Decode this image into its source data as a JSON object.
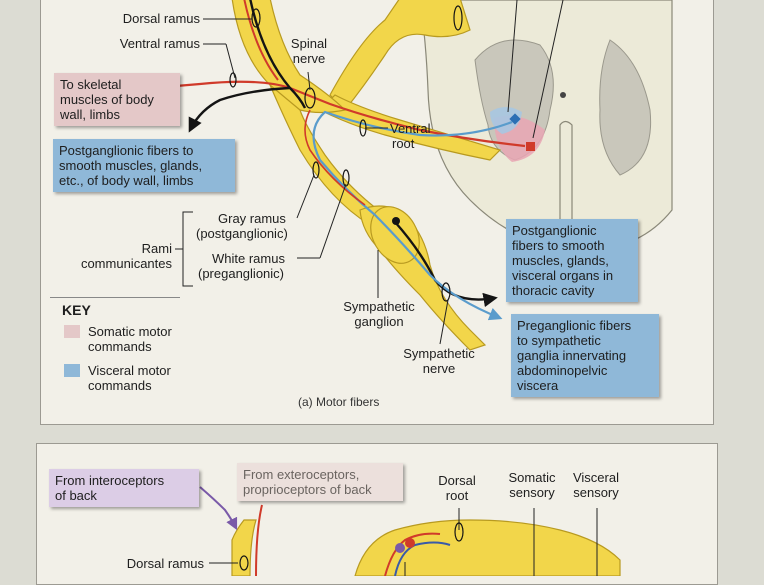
{
  "panel_a": {
    "dorsal_ramus": "Dorsal ramus",
    "ventral_ramus": "Ventral ramus",
    "spinal_nerve": [
      "Spinal",
      "nerve"
    ],
    "ventral_root": [
      "Ventral",
      "root"
    ],
    "skeletal_box": [
      "To skeletal",
      "muscles of body",
      "wall, limbs"
    ],
    "postganglionic_box": [
      "Postganglionic fibers to",
      "smooth muscles, glands,",
      "etc., of body wall, limbs"
    ],
    "gray_ramus": [
      "Gray ramus",
      "(postganglionic)"
    ],
    "white_ramus": [
      "White ramus",
      "(preganglionic)"
    ],
    "rami": [
      "Rami",
      "communicantes"
    ],
    "symp_ganglion": [
      "Sympathetic",
      "ganglion"
    ],
    "symp_nerve": [
      "Sympathetic",
      "nerve"
    ],
    "thoracic_box": [
      "Postganglionic",
      "fibers to smooth",
      "muscles, glands,",
      "visceral organs in",
      "thoracic cavity"
    ],
    "abdominal_box": [
      "Preganglionic fibers",
      "to sympathetic",
      "ganglia innervating",
      "abdominopelvic",
      "viscera"
    ],
    "key": {
      "title": "KEY",
      "somatic": [
        "Somatic motor",
        "commands"
      ],
      "visceral": [
        "Visceral motor",
        "commands"
      ]
    },
    "caption": "(a) Motor fibers"
  },
  "panel_b": {
    "interoceptors_box": [
      "From interoceptors",
      "of back"
    ],
    "exteroceptors_box": [
      "From exteroceptors,",
      "proprioceptors of back"
    ],
    "dorsal_root": [
      "Dorsal",
      "root"
    ],
    "somatic_sensory": [
      "Somatic",
      "sensory"
    ],
    "visceral_sensory": [
      "Visceral",
      "sensory"
    ],
    "dorsal_ramus": "Dorsal ramus"
  },
  "colors": {
    "nerve": "#f2d64a",
    "somatic": "#d03a2a",
    "visceral": "#5a9ccc",
    "fiber": "#141414",
    "cord": "#ecead8"
  }
}
